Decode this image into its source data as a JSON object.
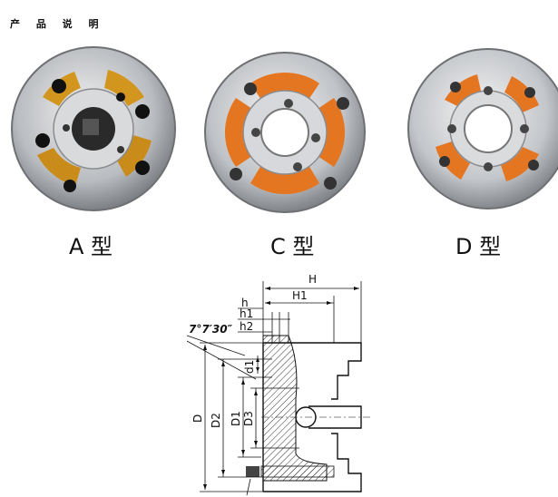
{
  "header": {
    "title": "产 品 说 明"
  },
  "products": [
    {
      "label": "A 型",
      "icon": "chuck-type-a-photo"
    },
    {
      "label": "C 型",
      "icon": "chuck-type-c-photo"
    },
    {
      "label": "D 型",
      "icon": "chuck-type-d-photo"
    }
  ],
  "drawing": {
    "dim_H": "H",
    "dim_H1": "H1",
    "dim_h": "h",
    "dim_h1": "h1",
    "dim_h2": "h2",
    "angle": "7°7′30″",
    "dim_d1": "d1",
    "dim_D": "D",
    "dim_D1": "D1",
    "dim_D2": "D2",
    "dim_D3": "D3"
  },
  "colors": {
    "orange": "#e47622",
    "gold": "#d2961e",
    "steel": "#c9ccd0",
    "dark": "#222222"
  }
}
